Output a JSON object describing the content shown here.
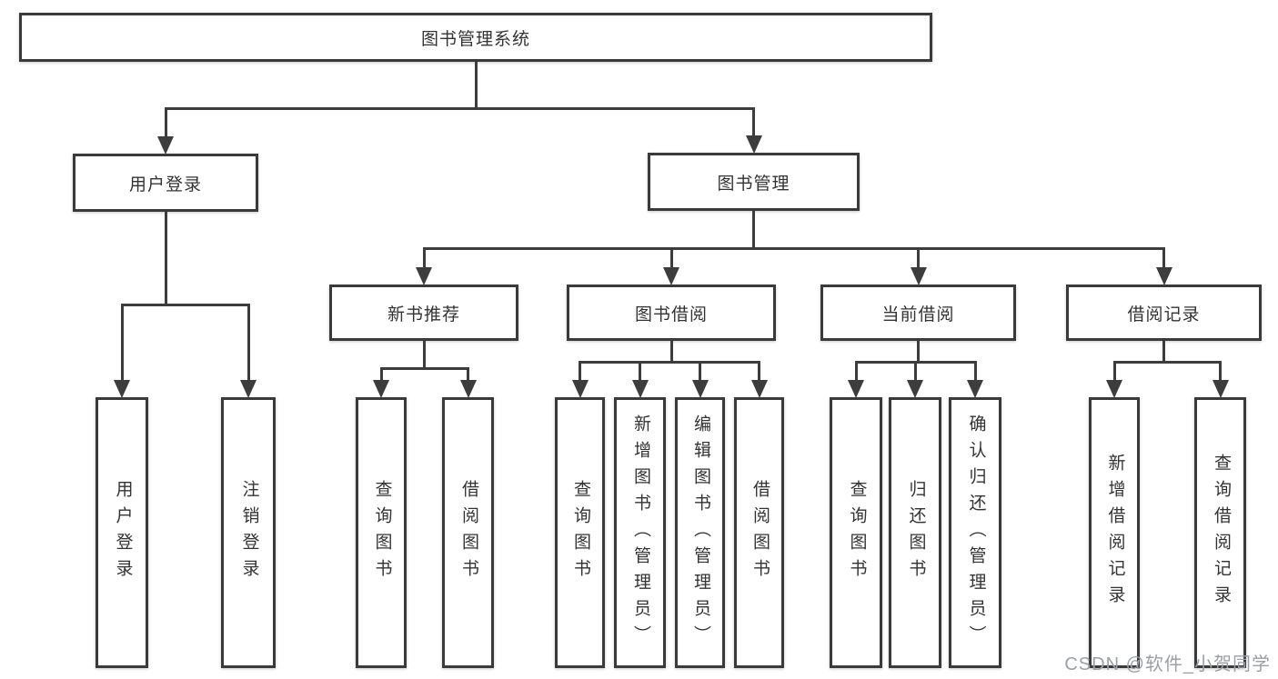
{
  "watermark": "CSDN @软件_小贺同学",
  "colors": {
    "line": "#3d3d3d",
    "box_border": "#3a3a3a",
    "text": "#333333",
    "watermark": "#9ba0a6",
    "background": "#ffffff"
  },
  "diagram": {
    "type": "hierarchy-tree",
    "root": {
      "id": "system",
      "label": "图书管理系统",
      "children": [
        {
          "id": "user-login",
          "label": "用户登录",
          "children": [
            {
              "id": "user-login-action",
              "label": "用户登录",
              "vertical": true
            },
            {
              "id": "logout-action",
              "label": "注销登录",
              "vertical": true
            }
          ]
        },
        {
          "id": "book-management",
          "label": "图书管理",
          "children": [
            {
              "id": "new-book-recommend",
              "label": "新书推荐",
              "children": [
                {
                  "id": "nb-query-books",
                  "label": "查询图书",
                  "vertical": true
                },
                {
                  "id": "nb-borrow-books",
                  "label": "借阅图书",
                  "vertical": true
                }
              ]
            },
            {
              "id": "book-borrowing",
              "label": "图书借阅",
              "children": [
                {
                  "id": "bb-query-books",
                  "label": "查询图书",
                  "vertical": true
                },
                {
                  "id": "bb-add-books",
                  "label": "新增图书（管理员）",
                  "vertical": true
                },
                {
                  "id": "bb-edit-books",
                  "label": "编辑图书（管理员）",
                  "vertical": true
                },
                {
                  "id": "bb-borrow-books",
                  "label": "借阅图书",
                  "vertical": true
                }
              ]
            },
            {
              "id": "current-borrowing",
              "label": "当前借阅",
              "children": [
                {
                  "id": "cb-query-books",
                  "label": "查询图书",
                  "vertical": true
                },
                {
                  "id": "cb-return-books",
                  "label": "归还图书",
                  "vertical": true
                },
                {
                  "id": "cb-confirm-return",
                  "label": "确认归还（管理员）",
                  "vertical": true
                }
              ]
            },
            {
              "id": "borrow-records",
              "label": "借阅记录",
              "children": [
                {
                  "id": "br-add-record",
                  "label": "新增借阅记录",
                  "vertical": true
                },
                {
                  "id": "br-query-record",
                  "label": "查询借阅记录",
                  "vertical": true
                }
              ]
            }
          ]
        }
      ]
    }
  }
}
